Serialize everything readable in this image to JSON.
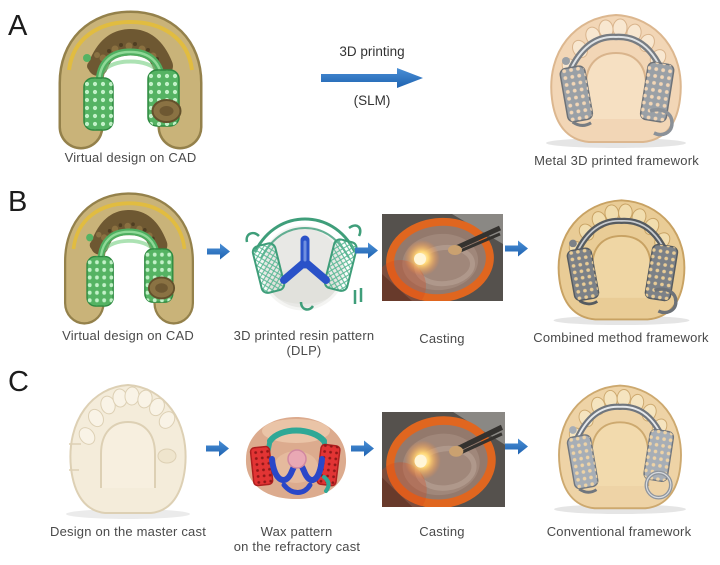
{
  "figure": {
    "colors": {
      "arrow_blue": "#2d76c6",
      "caption_text": "#4a4a4a"
    },
    "rows": [
      {
        "label": "A",
        "arrow": {
          "label_top": "3D printing",
          "label_bottom": "(SLM)"
        },
        "steps": [
          {
            "caption": "Virtual design on CAD",
            "image": "cad-design"
          },
          {
            "caption": "Metal 3D printed framework",
            "image": "metal-3d-printed-framework"
          }
        ]
      },
      {
        "label": "B",
        "steps": [
          {
            "caption": "Virtual design on CAD",
            "image": "cad-design"
          },
          {
            "caption": "3D printed resin pattern",
            "caption_line2": "(DLP)",
            "image": "resin-pattern"
          },
          {
            "caption": "Casting",
            "image": "casting"
          },
          {
            "caption": "Combined method framework",
            "image": "combined-method-framework"
          }
        ]
      },
      {
        "label": "C",
        "steps": [
          {
            "caption": "Design on the master cast",
            "image": "master-cast"
          },
          {
            "caption": "Wax pattern",
            "caption_line2": "on the refractory cast",
            "image": "wax-pattern"
          },
          {
            "caption": "Casting",
            "image": "casting"
          },
          {
            "caption": "Conventional framework",
            "image": "conventional-framework"
          }
        ]
      }
    ]
  }
}
